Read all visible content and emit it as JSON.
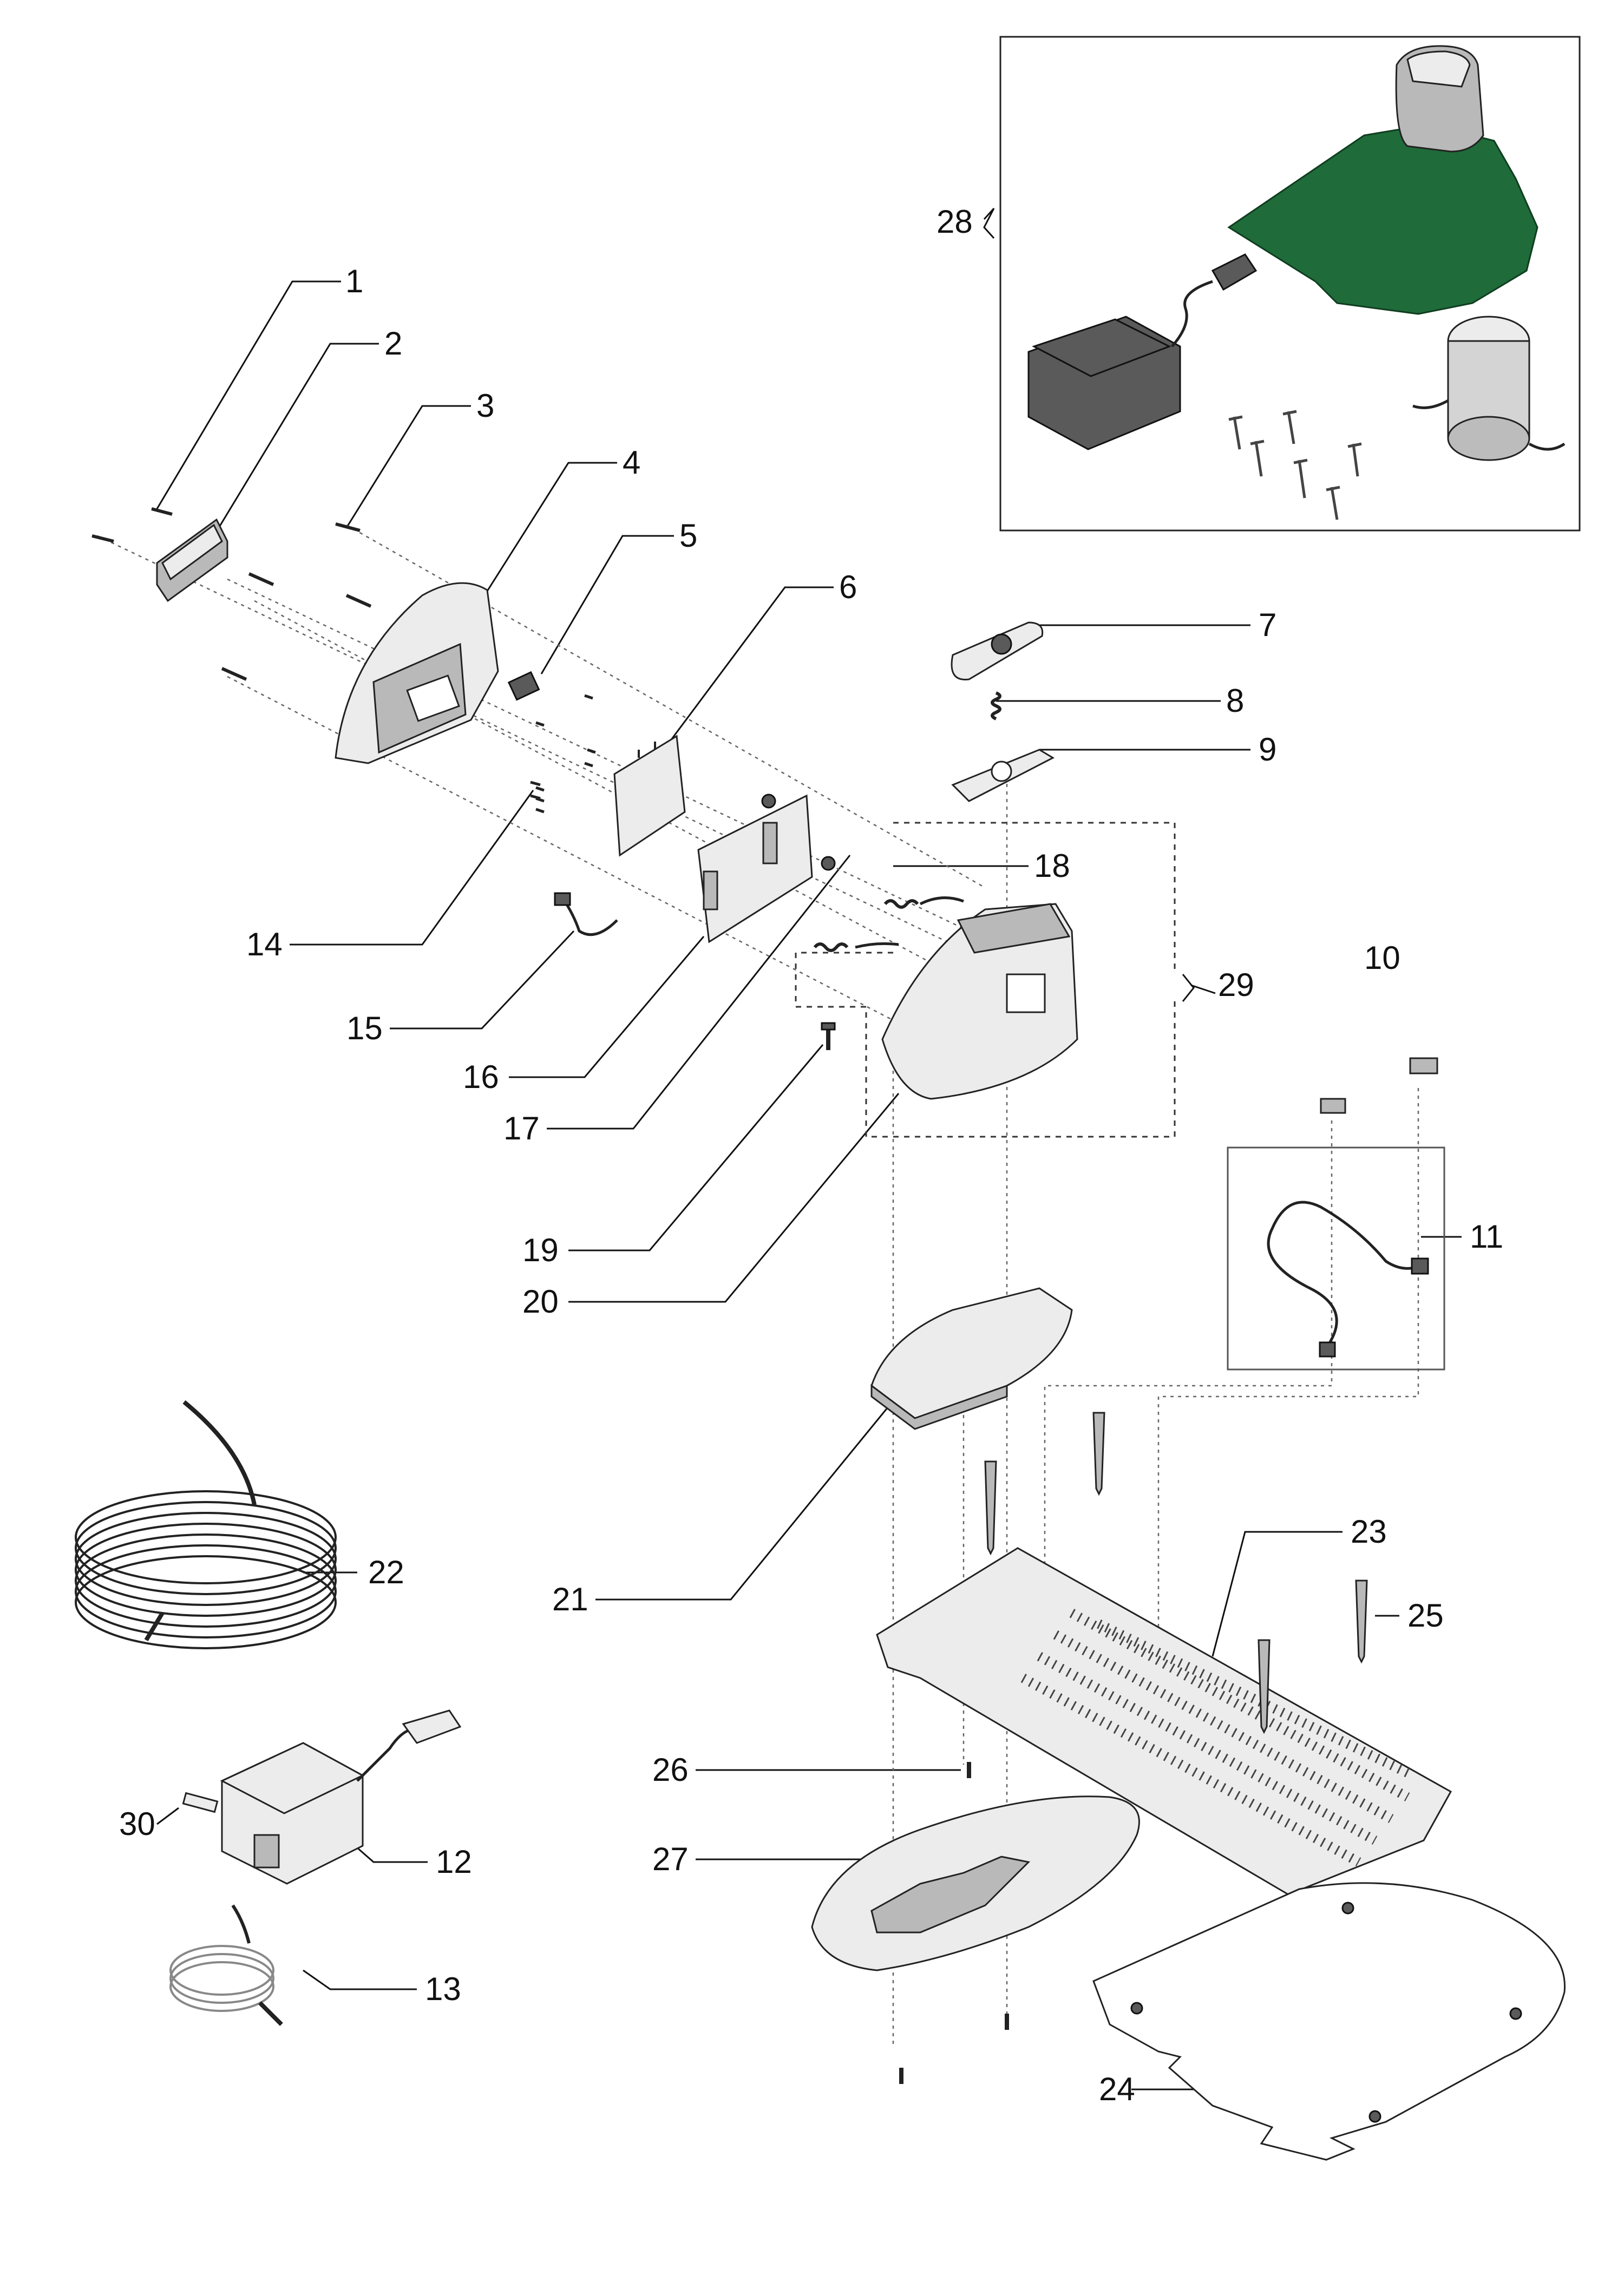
{
  "callouts": {
    "c1": "1",
    "c2": "2",
    "c3": "3",
    "c4": "4",
    "c5": "5",
    "c6": "6",
    "c7": "7",
    "c8": "8",
    "c9": "9",
    "c10": "10",
    "c11": "11",
    "c12": "12",
    "c13": "13",
    "c14": "14",
    "c15": "15",
    "c16": "16",
    "c17": "17",
    "c18": "18",
    "c19": "19",
    "c20": "20",
    "c21": "21",
    "c22": "22",
    "c23": "23",
    "c24": "24",
    "c25": "25",
    "c26": "26",
    "c27": "27",
    "c28": "28",
    "c29": "29",
    "c30": "30"
  },
  "colors": {
    "line": "#111111",
    "part_light": "#ececec",
    "part_mid": "#b9b9b9",
    "part_dark": "#5a5a5a",
    "plate_green": "#1f6b3a"
  }
}
